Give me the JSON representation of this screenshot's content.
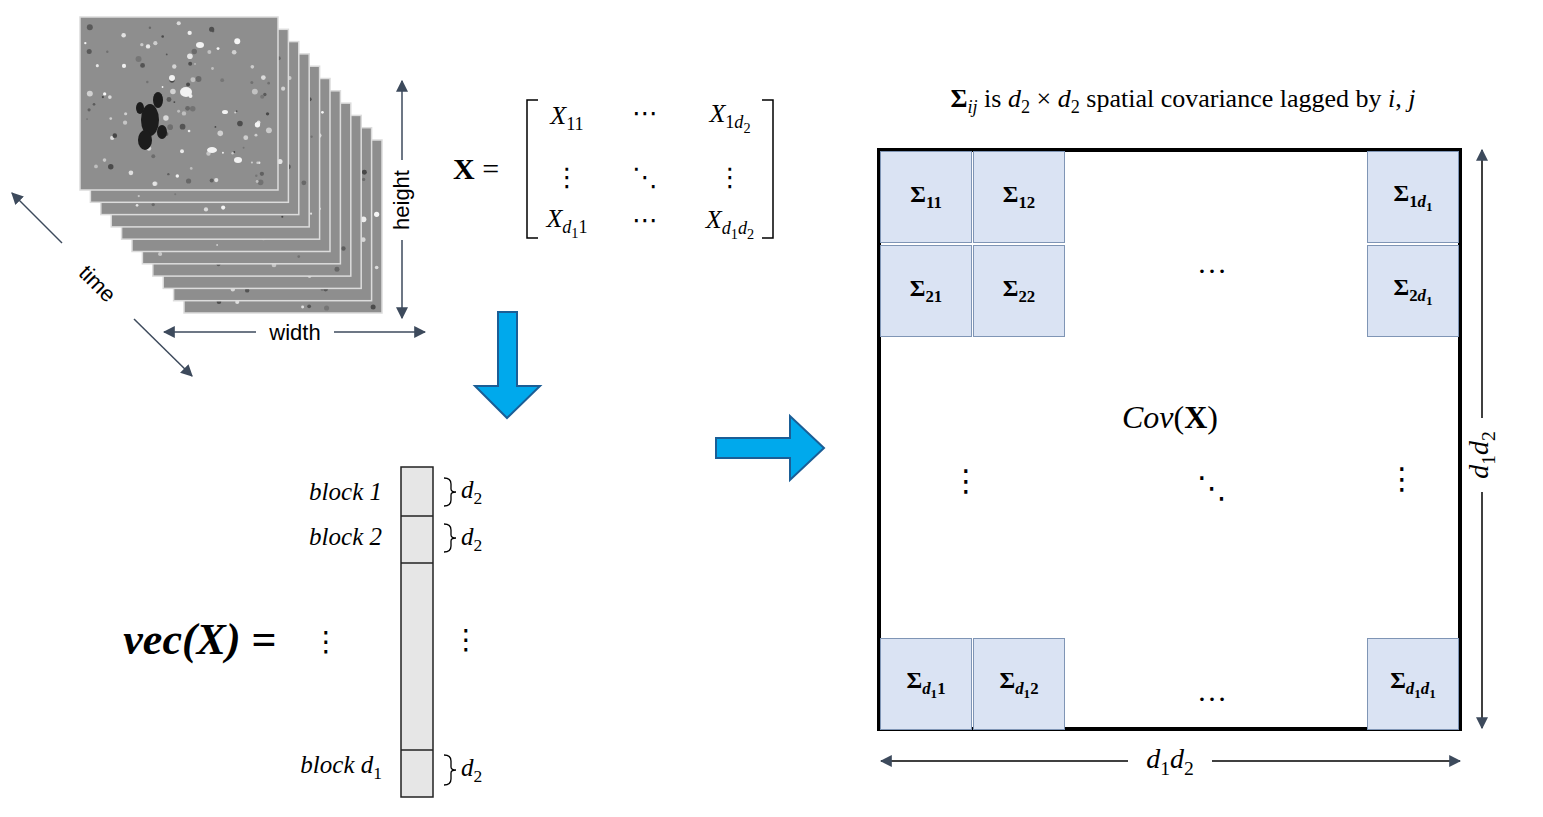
{
  "diagram": {
    "title": "Σij is d2 × d2 spatial covariance lagged by i, j",
    "nodes": [
      {
        "text": [
          "Cov(X)"
        ]
      },
      {
        "text": [
          "Σ11"
        ],
        "in": 0
      },
      {
        "text": [
          "Σ12"
        ],
        "in": 0
      },
      {
        "text": [
          "Σ1d1"
        ],
        "in": 0
      },
      {
        "text": [
          "Σ21"
        ],
        "in": 0
      },
      {
        "text": [
          "Σ22"
        ],
        "in": 0
      },
      {
        "text": [
          "Σ2d1"
        ],
        "in": 0
      },
      {
        "text": [
          "Σd11"
        ],
        "in": 0
      },
      {
        "text": [
          "Σd12"
        ],
        "in": 0
      },
      {
        "text": [
          "Σd1d1"
        ],
        "in": 0
      }
    ],
    "labels": [
      "time",
      "height",
      "width",
      "X =",
      "X11",
      "⋯",
      "X1d2",
      "⋮",
      "⋱",
      "⋮",
      "Xd11",
      "⋯",
      "Xd1d2",
      "block 1",
      "d2",
      "block 2",
      "d2",
      "vec(X) =",
      "⋮",
      "⋮",
      "block d1",
      "d2",
      "…",
      "⋮",
      "⋱",
      "⋮",
      "…",
      "d1d2",
      "d1d2"
    ]
  }
}
